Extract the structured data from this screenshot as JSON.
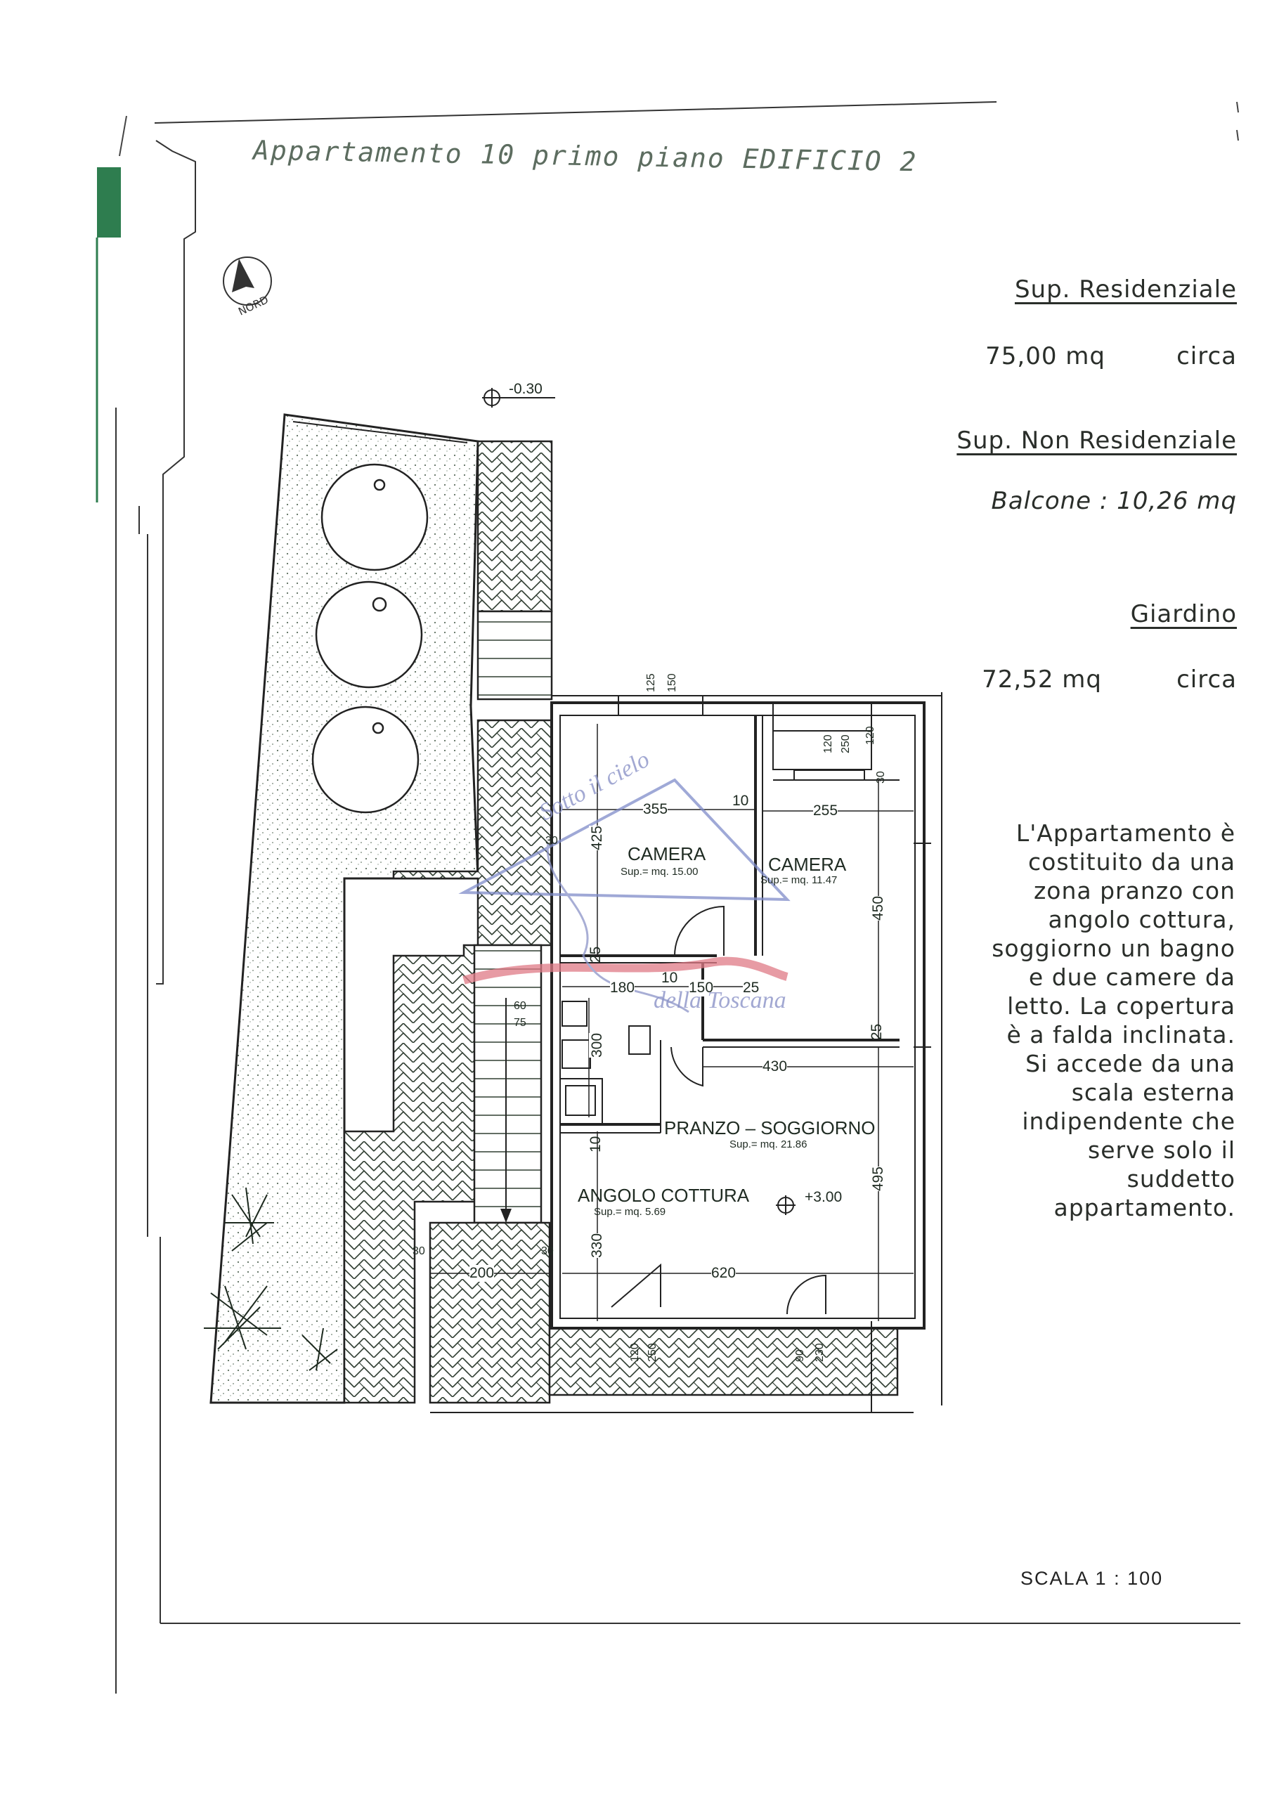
{
  "title": "Appartamento 10 primo piano EDIFICIO 2",
  "north_label": "NORD",
  "level_marker_garden": "-0.30",
  "level_marker_apartment": "+3.00",
  "info": {
    "residential_label": "Sup. Residenziale",
    "residential_value": "75,00 mq",
    "residential_suffix": "circa",
    "non_residential_label": "Sup. Non Residenziale",
    "balcony": "Balcone : 10,26 mq",
    "garden_label": "Giardino",
    "garden_value": "72,52 mq",
    "garden_suffix": "circa"
  },
  "description": [
    "L'Appartamento è",
    "costituito da una",
    "zona pranzo con",
    "angolo cottura,",
    "soggiorno un bagno",
    "e due camere da",
    "letto. La copertura",
    "è a falda inclinata.",
    "Si accede da una",
    "scala esterna",
    "indipendente che",
    "serve solo il",
    "suddetto",
    "appartamento."
  ],
  "rooms": {
    "camera1": {
      "name": "CAMERA",
      "area": "Sup.= mq. 15.00"
    },
    "camera2": {
      "name": "CAMERA",
      "area": "Sup.= mq. 11.47"
    },
    "pranzo": {
      "name": "PRANZO – SOGGIORNO",
      "area": "Sup.= mq. 21.86"
    },
    "cottura": {
      "name": "ANGOLO COTTURA",
      "area": "Sup.= mq. 5.69"
    }
  },
  "dimensions": {
    "d355": "355",
    "d255": "255",
    "d425": "425",
    "d450": "450",
    "d180": "180",
    "d150": "150",
    "d10a": "10",
    "d10b": "10",
    "d25a": "25",
    "d430": "430",
    "d495": "495",
    "d620": "620",
    "d330": "330",
    "d200": "200",
    "d300": "300",
    "d60": "60",
    "d75": "75",
    "d125": "125",
    "d150b": "150",
    "d120": "120",
    "d250": "250",
    "d120b": "120",
    "d30a": "30",
    "d30b": "30",
    "d30c": "30",
    "d30d": "30",
    "d90": "90",
    "d230": "230",
    "d120c": "120",
    "d250b": "250",
    "d10c": "10",
    "d25b": "25",
    "d25c": "25"
  },
  "watermark": {
    "line1": "Sotto il cielo",
    "line2": "della Toscana"
  },
  "scale": "SCALA 1 : 100",
  "colors": {
    "ink": "#2a3a2c",
    "green_tab": "#2e7d4f",
    "watermark_blue": "#7f8cc9",
    "watermark_red": "#e07a86"
  }
}
